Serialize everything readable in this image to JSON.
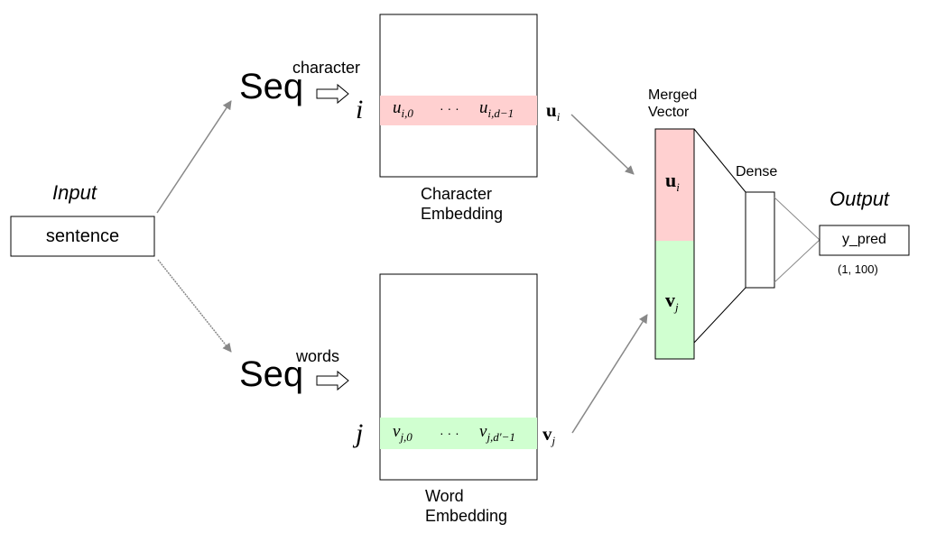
{
  "input": {
    "title": "Input",
    "box_text": "sentence"
  },
  "char_branch": {
    "seq_text": "Seq",
    "superscript": "character",
    "row_index": "i",
    "row_first": "u",
    "row_first_sub": "i,0",
    "row_dots": "· · ·",
    "row_last": "u",
    "row_last_sub": "i,d−1",
    "vector_name": "u",
    "vector_sub": "i",
    "caption_line1": "Character",
    "caption_line2": "Embedding",
    "row_color": "#ffd0d0"
  },
  "word_branch": {
    "seq_text": "Seq",
    "superscript": "words",
    "row_index": "j",
    "row_first": "v",
    "row_first_sub": "j,0",
    "row_dots": "· · ·",
    "row_last": "v",
    "row_last_sub": "j,d′−1",
    "vector_name": "v",
    "vector_sub": "j",
    "caption_line1": "Word",
    "caption_line2": "Embedding",
    "row_color": "#d0ffd0"
  },
  "merged": {
    "title_line1": "Merged",
    "title_line2": "Vector",
    "top_name": "u",
    "top_sub": "i",
    "bottom_name": "v",
    "bottom_sub": "j"
  },
  "dense": {
    "label": "Dense"
  },
  "output": {
    "title": "Output",
    "box_text": "y_pred",
    "shape": "(1, 100)"
  }
}
